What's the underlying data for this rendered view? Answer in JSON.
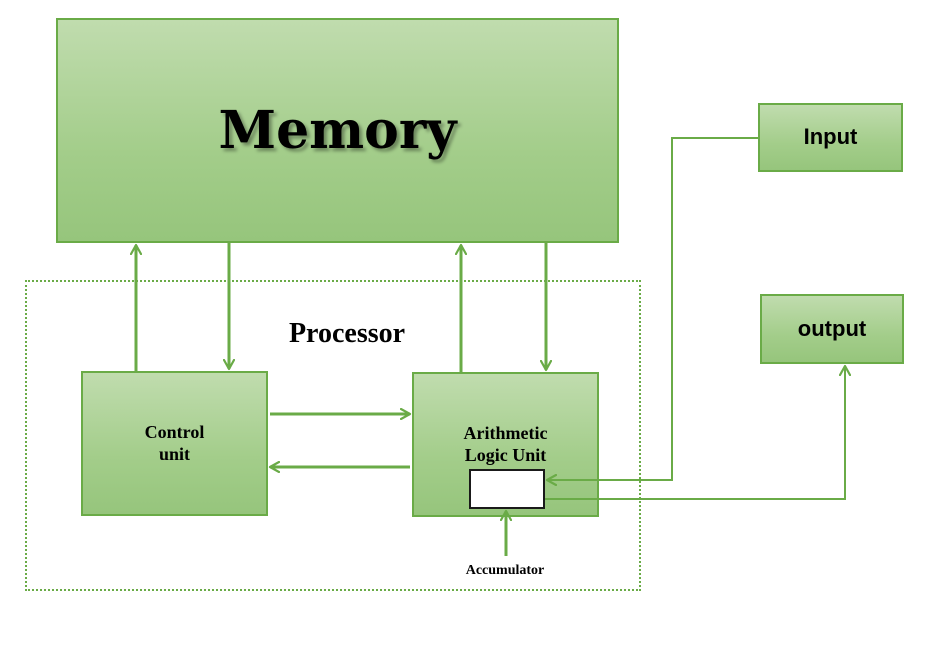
{
  "memory": {
    "title": "Memory"
  },
  "processor": {
    "title": "Processor"
  },
  "control_unit": {
    "line1": "Control",
    "line2": "unit"
  },
  "alu": {
    "line1": "Arithmetic",
    "line2": "Logic Unit"
  },
  "input": {
    "label": "Input"
  },
  "output": {
    "label": "output"
  },
  "accumulator": {
    "label": "Accumulator"
  },
  "colors": {
    "box_fill": "#a3cd8a",
    "box_border": "#6aab47",
    "arrow": "#6aab47",
    "text": "#000000"
  }
}
